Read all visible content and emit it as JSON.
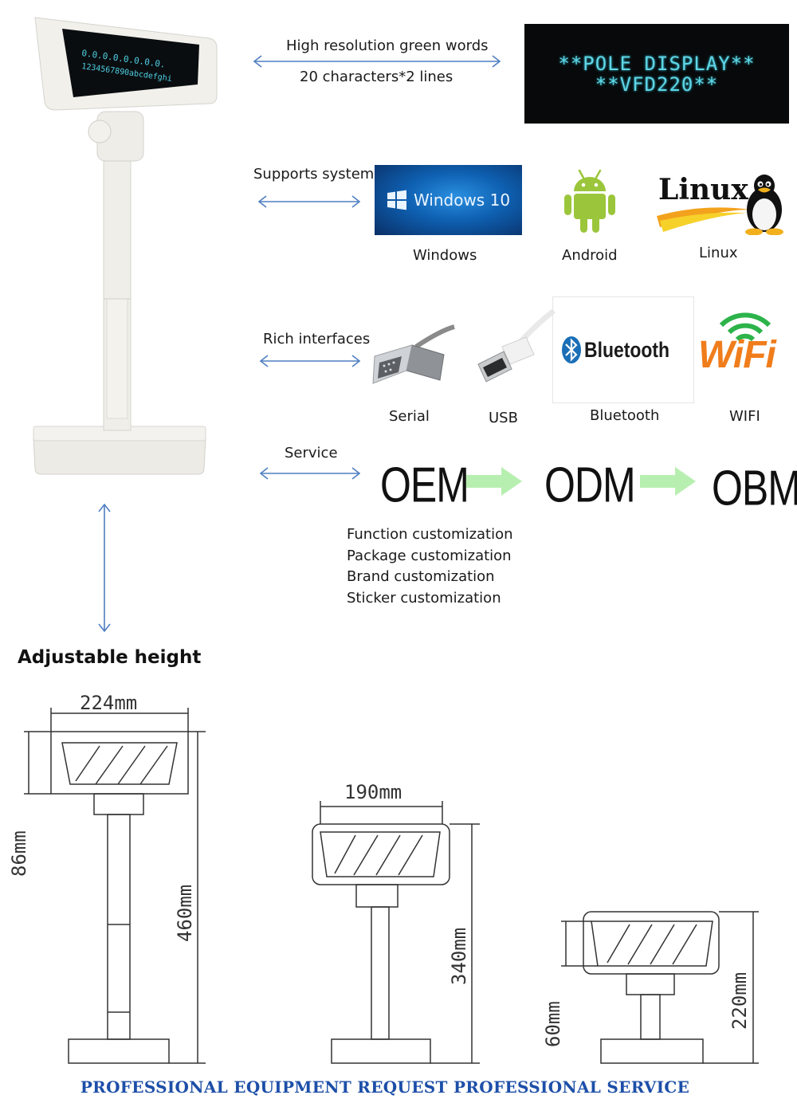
{
  "display": {
    "feature_line1": "High resolution green words",
    "feature_line2": "20 characters*2 lines",
    "vfd_line1": "**POLE DISPLAY**",
    "vfd_line2": "**VFD220**",
    "device_screen_line1": "0.0.0.0.0.0.0.0.",
    "device_screen_line2": "1234567890abcdefghi"
  },
  "systems": {
    "heading": "Supports system",
    "windows_badge": "Windows 10",
    "windows_label": "Windows",
    "android_label": "Android",
    "linux_logo": "Linux",
    "linux_label": "Linux"
  },
  "interfaces": {
    "heading": "Rich interfaces",
    "serial_label": "Serial",
    "usb_label": "USB",
    "bluetooth_logo": "Bluetooth",
    "bluetooth_label": "Bluetooth",
    "wifi_logo": "WiFi",
    "wifi_label": "WIFI"
  },
  "service": {
    "heading": "Service",
    "steps": [
      "OEM",
      "ODM",
      "OBM"
    ],
    "customizations": [
      "Function customization",
      "Package customization",
      "Brand customization",
      "Sticker customization"
    ]
  },
  "adjustable_height": "Adjustable height",
  "dimensions": {
    "large_width": "224mm",
    "large_head_height": "86mm",
    "large_total_height": "460mm",
    "medium_width": "190mm",
    "medium_total_height": "340mm",
    "small_head_height": "60mm",
    "small_total_height": "220mm"
  },
  "footer": "PROFESSIONAL EQUIPMENT REQUEST PROFESSIONAL SERVICE",
  "colors": {
    "arrow": "#4f7fc0",
    "vfd_text": "#5fd6e6",
    "footer": "#1d4fa8",
    "green_arrow": "#b7efb0",
    "android": "#9bc63b"
  }
}
